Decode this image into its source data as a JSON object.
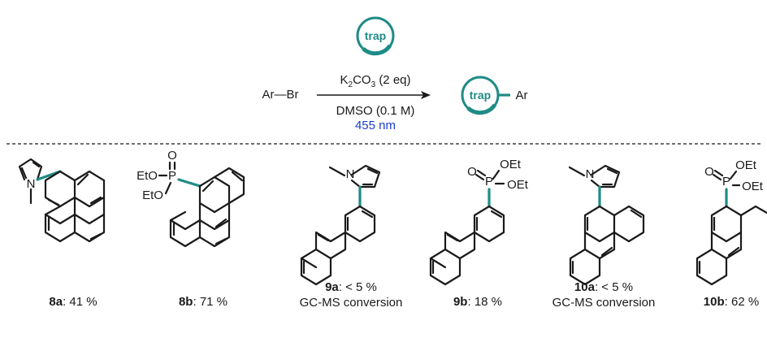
{
  "reaction": {
    "substrate": "Ar—Br",
    "trap_label": "trap",
    "reagent_prefix": "K",
    "reagent_sub1": "2",
    "reagent_mid": "CO",
    "reagent_sub2": "3",
    "reagent_suffix": "(2 eq)",
    "solvent": "DMSO (0.1 M)",
    "wavelength": "455 nm",
    "product_ar": "Ar"
  },
  "compounds": [
    {
      "id": "8a",
      "yield": ": 41 %",
      "note": ""
    },
    {
      "id": "8b",
      "yield": ": 71 %",
      "note": ""
    },
    {
      "id": "9a",
      "yield": ": < 5 %",
      "note": "GC-MS conversion"
    },
    {
      "id": "9b",
      "yield": ": 18 %",
      "note": ""
    },
    {
      "id": "10a",
      "yield": ": < 5 %",
      "note": "GC-MS conversion"
    },
    {
      "id": "10b",
      "yield": ": 62 %",
      "note": ""
    }
  ],
  "atoms": {
    "N": "N",
    "P": "P",
    "O": "O",
    "OEt": "OEt",
    "EtO": "EtO"
  },
  "colors": {
    "trap": "#1f8b86",
    "wavelength": "#1a3ccc",
    "bond": "#1a1a1a"
  }
}
